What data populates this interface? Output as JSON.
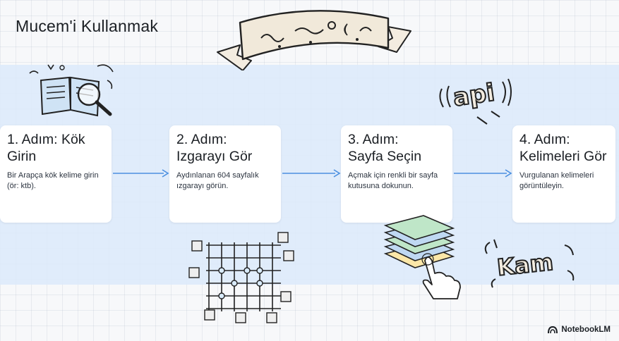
{
  "title": "Mucem'i Kullanmak",
  "steps": [
    {
      "title_line1": "1. Adım: Kök",
      "title_line2": "Girin",
      "desc": "Bir Arapça kök kelime girin (ör: ktb)."
    },
    {
      "title_line1": "2. Adım:",
      "title_line2": "Izgarayı Gör",
      "desc": "Aydınlanan 604 sayfalık ızgarayı görün."
    },
    {
      "title_line1": "3. Adım:",
      "title_line2": "Sayfa Seçin",
      "desc": "Açmak için renkli bir sayfa kutusuna dokunun."
    },
    {
      "title_line1": "4. Adım:",
      "title_line2": "Kelimeleri Gör",
      "desc": "Vurgulanan kelimeleri görüntüleyin."
    }
  ],
  "doodles": {
    "api_text": "api",
    "kam_text": "Kam"
  },
  "brand": {
    "name": "NotebookLM"
  },
  "colors": {
    "band": "#dceafa",
    "arrow": "#4a8fe0",
    "card": "#ffffff",
    "layer_green": "#bfe6c8",
    "layer_blue": "#bfd8f2",
    "layer_yellow": "#fbe7a8"
  }
}
